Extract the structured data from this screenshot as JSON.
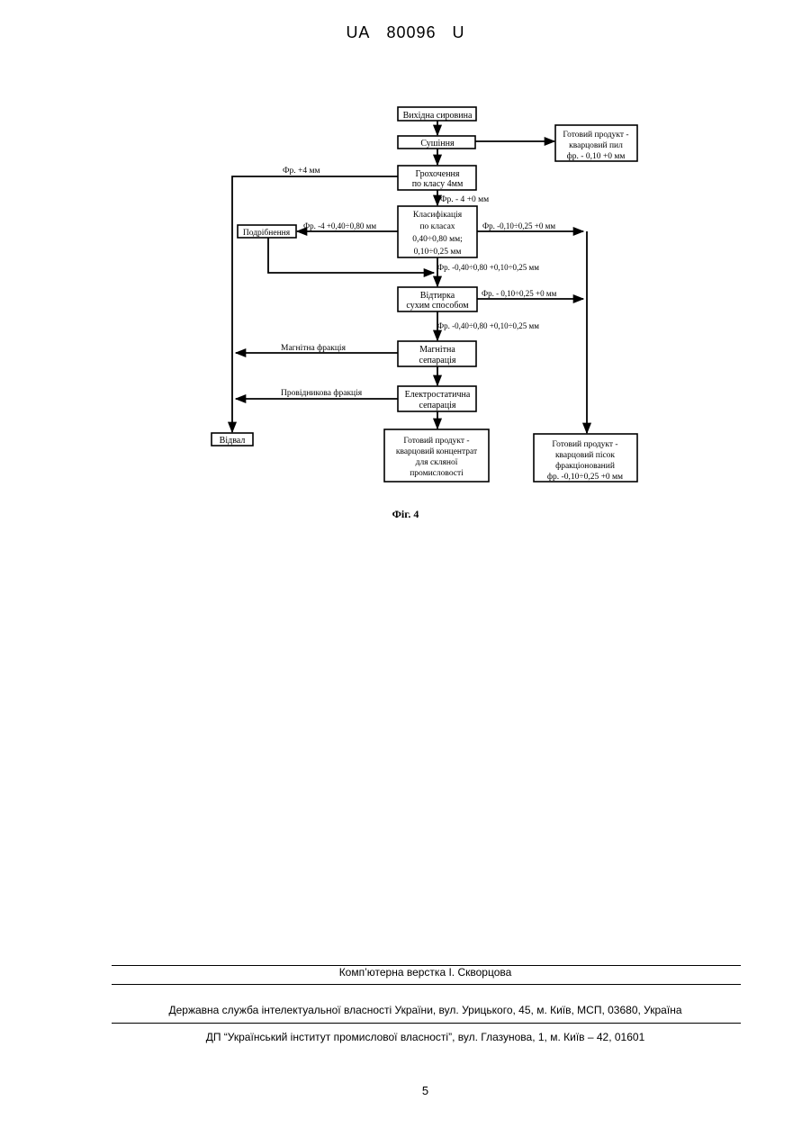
{
  "header": {
    "country": "UA",
    "number": "80096",
    "kind": "U"
  },
  "diagram": {
    "nodes": {
      "raw": "Вихідна сировина",
      "drying": "Сушіння",
      "dust_product": [
        "Готовий продукт -",
        "кварцовий пил",
        "фр. - 0,10 +0 мм"
      ],
      "screening": [
        "Грохочення",
        "по класу 4мм"
      ],
      "classification": [
        "Класифікація",
        "по класах",
        "0,40÷0,80 мм;",
        "0,10÷0,25 мм"
      ],
      "crushing": "Подрібнення",
      "scrubbing": [
        "Відтирка",
        "сухим способом"
      ],
      "magnetic": [
        "Магнітна",
        "сепарація"
      ],
      "electrostatic": [
        "Електростатична",
        "сепарація"
      ],
      "dump": "Відвал",
      "glass_product": [
        "Готовий продукт -",
        "кварцовий концентрат",
        "для скляної",
        "промисловості"
      ],
      "sand_product": [
        "Готовий продукт -",
        "кварцовий пісок",
        "фракціонований",
        "фр. -0,10÷0,25 +0 мм"
      ]
    },
    "labels": {
      "plus4": "Фр.  +4 мм",
      "minus4": "Фр. - 4 +0 мм",
      "to_crushing": "Фр. -4 +0,40÷0,80 мм",
      "fine_class": "Фр. -0,10÷0,25 +0 мм",
      "after_crushing": "Фр. -0,40÷0,80 +0,10÷0,25 мм",
      "fine_scrub": "Фр. - 0,10÷0,25 +0 мм",
      "after_scrub": "Фр. -0,40÷0,80 +0,10÷0,25 мм",
      "magnetic_fraction": "Магнітна фракція",
      "conductive_fraction": "Провідникова фракція"
    }
  },
  "caption": "Фіг. 4",
  "footer": {
    "typesetting": "Комп’ютерна верстка І. Скворцова",
    "service": "Державна служба інтелектуальної власності України, вул. Урицького, 45, м. Київ, МСП, 03680, Україна",
    "institute": "ДП “Український інститут промислової власності”, вул. Глазунова, 1, м. Київ – 42, 01601"
  },
  "page_number": "5"
}
